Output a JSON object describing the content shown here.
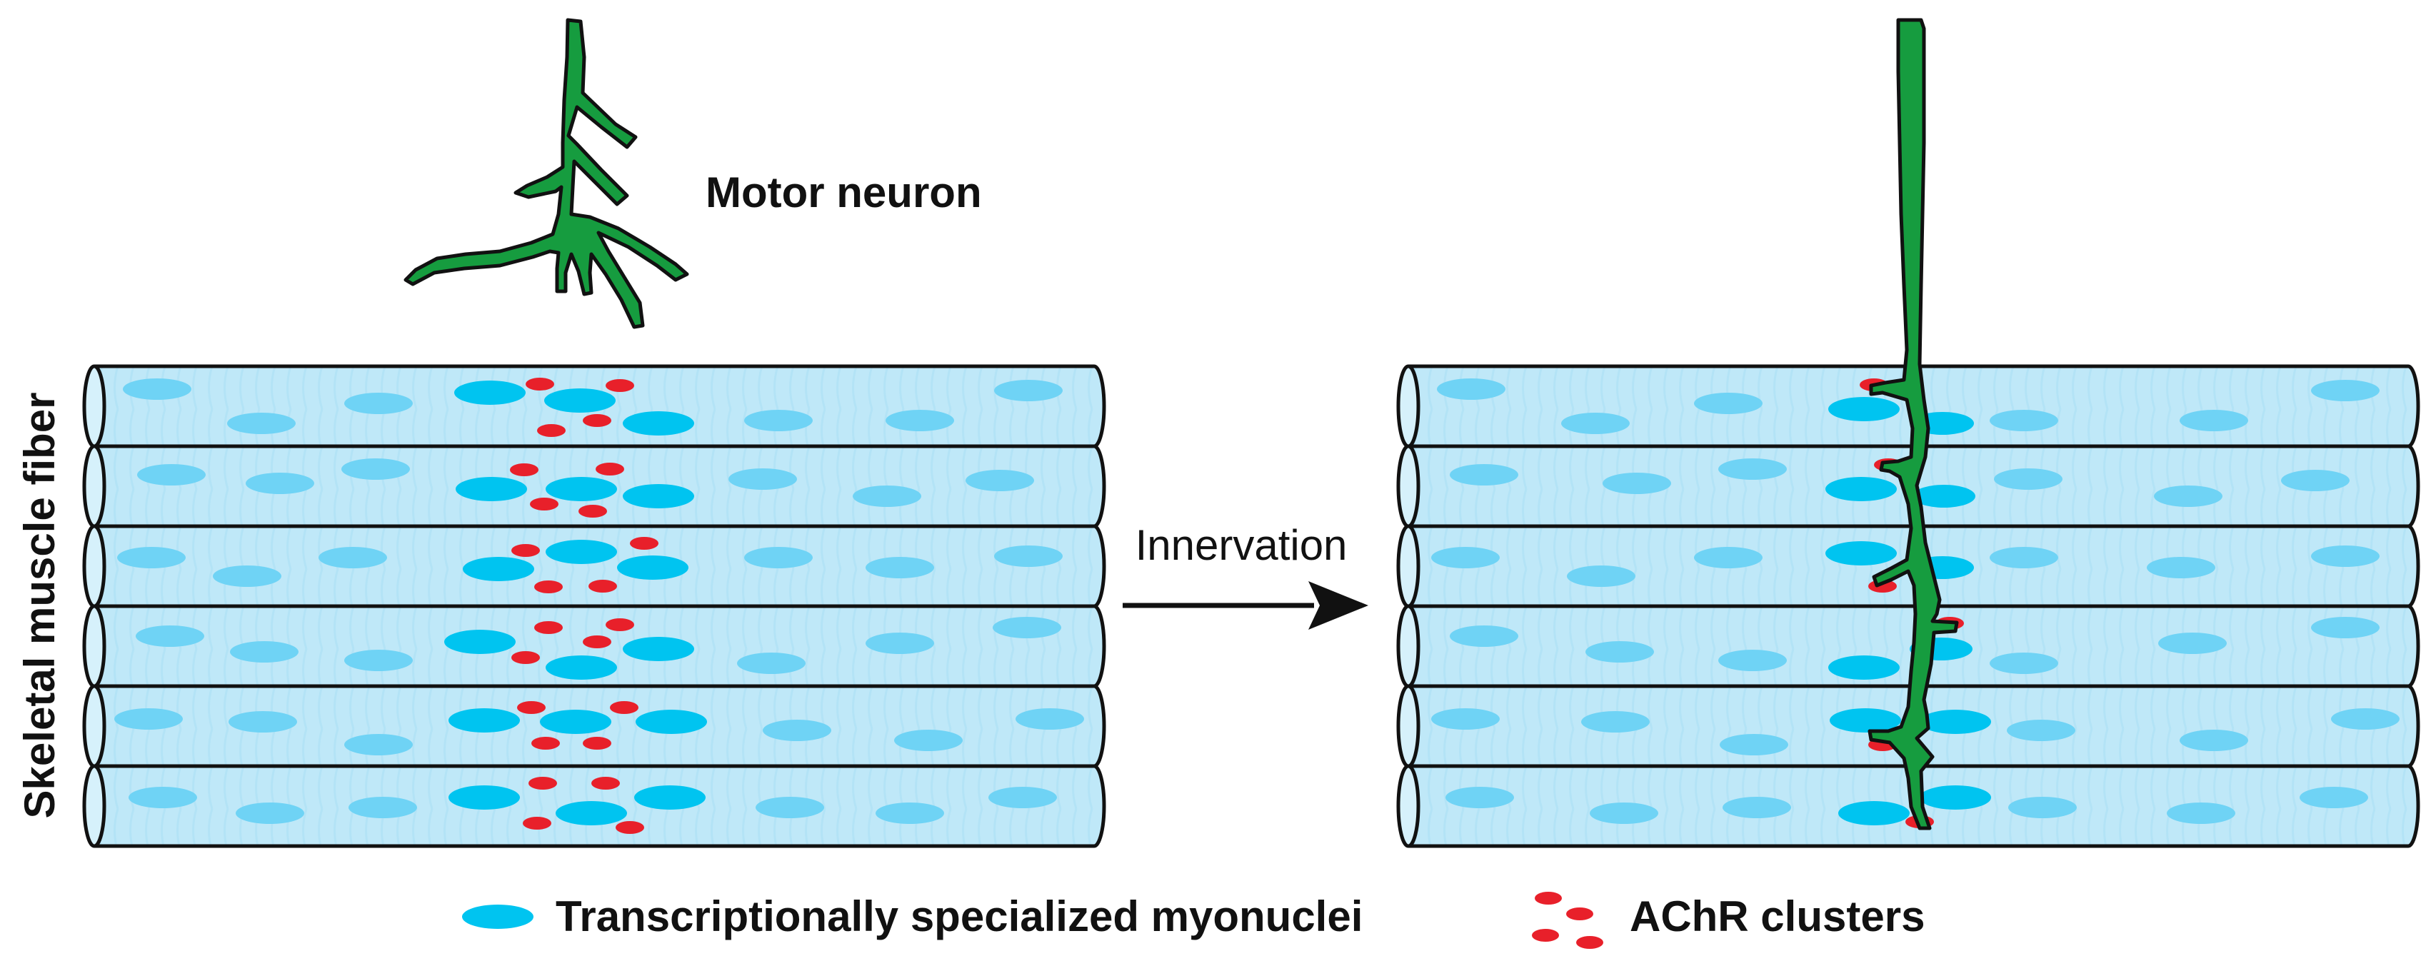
{
  "labels": {
    "motor_neuron": "Motor neuron",
    "skeletal_muscle_fiber": "Skeletal muscle fiber",
    "innervation": "Innervation"
  },
  "legend": {
    "myonuclei": "Transcriptionally specialized myonuclei",
    "achr": "AChR clusters"
  },
  "colors": {
    "fiber_fill": "#bfe8f8",
    "fiber_stripe": "#a9ddf3",
    "outline": "#111111",
    "myonucleus_regular": "#6fd3f5",
    "myonucleus_specialized": "#00c4f0",
    "achr": "#e8202a",
    "neuron": "#169c3f"
  },
  "fiber_bundles": [
    {
      "name": "before-innervation",
      "fiber_count": 6
    },
    {
      "name": "after-innervation",
      "fiber_count": 6
    }
  ]
}
